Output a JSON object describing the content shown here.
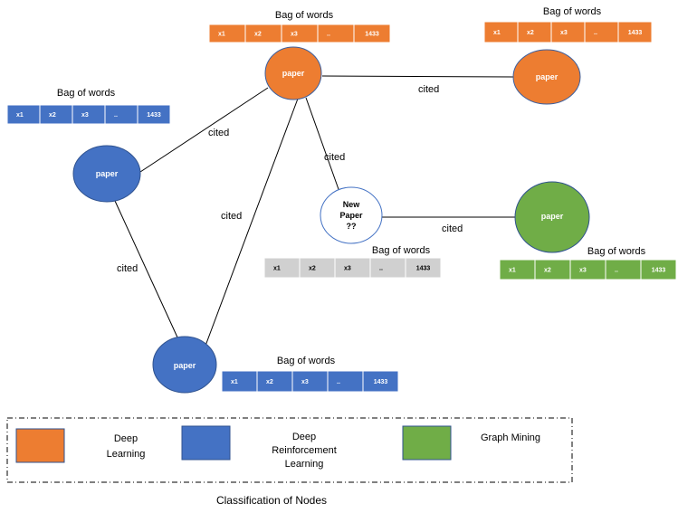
{
  "colors": {
    "deep_learning": "#ED7D31",
    "deep_rl": "#4472C4",
    "graph_mining": "#70AD47",
    "unknown": "#D0D0D0",
    "new_node_fill": "#FFFFFF",
    "new_node_stroke": "#4472C4"
  },
  "bag_title": "Bag of words",
  "cells": [
    "x1",
    "x2",
    "x3",
    "..",
    "1433"
  ],
  "nodes": [
    {
      "id": "top",
      "label": "paper",
      "class": "deep_learning"
    },
    {
      "id": "right-top",
      "label": "paper",
      "class": "deep_learning"
    },
    {
      "id": "left",
      "label": "paper",
      "class": "deep_rl"
    },
    {
      "id": "bottom",
      "label": "paper",
      "class": "deep_rl"
    },
    {
      "id": "new",
      "label_lines": [
        "New",
        "Paper",
        "??"
      ],
      "class": "unknown"
    },
    {
      "id": "green",
      "label": "paper",
      "class": "graph_mining"
    }
  ],
  "edges": [
    {
      "from": "top",
      "to": "right-top",
      "label": "cited"
    },
    {
      "from": "top",
      "to": "left",
      "label": "cited"
    },
    {
      "from": "top",
      "to": "new",
      "label": "cited"
    },
    {
      "from": "top",
      "to": "bottom",
      "label": "cited"
    },
    {
      "from": "left",
      "to": "bottom",
      "label": "cited"
    },
    {
      "from": "new",
      "to": "green",
      "label": "cited"
    }
  ],
  "legend": {
    "items": [
      {
        "class": "deep_learning",
        "lines": [
          "Deep",
          "Learning"
        ]
      },
      {
        "class": "deep_rl",
        "lines": [
          "Deep",
          "Reinforcement",
          "Learning"
        ]
      },
      {
        "class": "graph_mining",
        "lines": [
          "Graph Mining"
        ]
      }
    ],
    "caption": "Classification of Nodes"
  }
}
